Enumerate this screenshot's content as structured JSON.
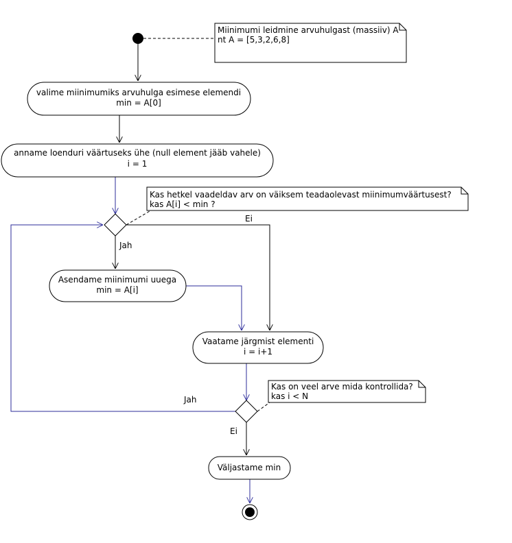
{
  "notes": {
    "title": [
      "Miinimumi leidmine arvuhulgast (massiiv) A",
      "nt A = [5,3,2,6,8]"
    ],
    "decision1": [
      "Kas hetkel vaadeldav arv on väiksem teadaolevast miinimumväärtusest?",
      "kas A[i] < min  ?"
    ],
    "decision2": [
      "Kas on veel arve mida kontrollida?",
      "kas i < N"
    ]
  },
  "actions": {
    "a1": [
      "valime miinimumiks arvuhulga esimese elemendi",
      "min = A[0]"
    ],
    "a2": [
      "anname loenduri väärtuseks ühe (null element jääb vahele)",
      "i = 1"
    ],
    "a3": [
      "Asendame miinimumi uuega",
      "min = A[i]"
    ],
    "a4": [
      "Vaatame järgmist elementi",
      "i = i+1"
    ],
    "a5": [
      "Väljastame min"
    ]
  },
  "guards": {
    "d1_yes": "Jah",
    "d1_no": "Ei",
    "d2_yes": "Jah",
    "d2_no": "Ei"
  }
}
